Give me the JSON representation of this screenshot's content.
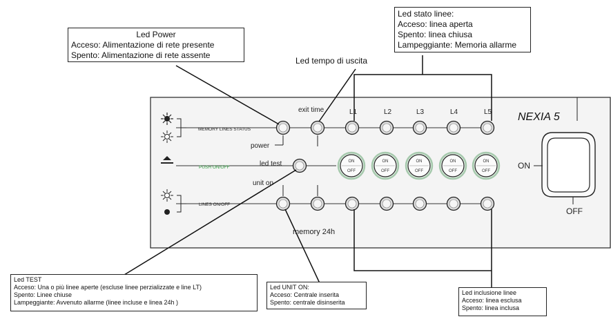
{
  "panel": {
    "title": "NEXIA 5",
    "exit_time": "exit time",
    "line_labels": [
      "L1",
      "L2",
      "L3",
      "L4",
      "L5"
    ],
    "memory_lines_status": "MEMORY LINES STATUS",
    "push_on_off": "PUSH ON/OFF",
    "lines_on_off": "LINES ON/OFF",
    "power": "power",
    "led_test": "led test",
    "unit_on": "unit on",
    "memory_24h": "memory 24h",
    "switch_on": "ON",
    "switch_off": "OFF",
    "button_on": "ON",
    "button_off": "OFF"
  },
  "callouts": {
    "led_power": {
      "title": "Led Power",
      "line1": "Acceso: Alimentazione di rete presente",
      "line2": "Spento: Alimentazione di rete assente"
    },
    "led_tempo": "Led tempo di uscita",
    "led_stato": {
      "title": "Led stato linee:",
      "line1": "Acceso: linea aperta",
      "line2": "Spento: linea chiusa",
      "line3": "Lampeggiante:  Memoria allarme"
    },
    "led_test": {
      "title": "Led TEST",
      "line1": "Acceso: Una o più linee aperte (escluse linee perzializzate e line LT)",
      "line2": "Spento: Linee chiuse",
      "line3": "Lampeggiante: Avvenuto allarme (linee incluse e linea 24h )"
    },
    "led_unit_on": {
      "title": "Led UNIT ON:",
      "line1": "Acceso: Centrale inserita",
      "line2": "Spento: centrale disinserita"
    },
    "led_inclusione": {
      "title": "Led inclusione linee",
      "line1": "Acceso: linea esclusa",
      "line2": "Spento: linea inclusa"
    }
  },
  "colors": {
    "panel_bg": "#f4f4f4",
    "stroke": "#222222",
    "accent_green": "#2e9a3e",
    "button_ring": "#a6c9ad"
  }
}
